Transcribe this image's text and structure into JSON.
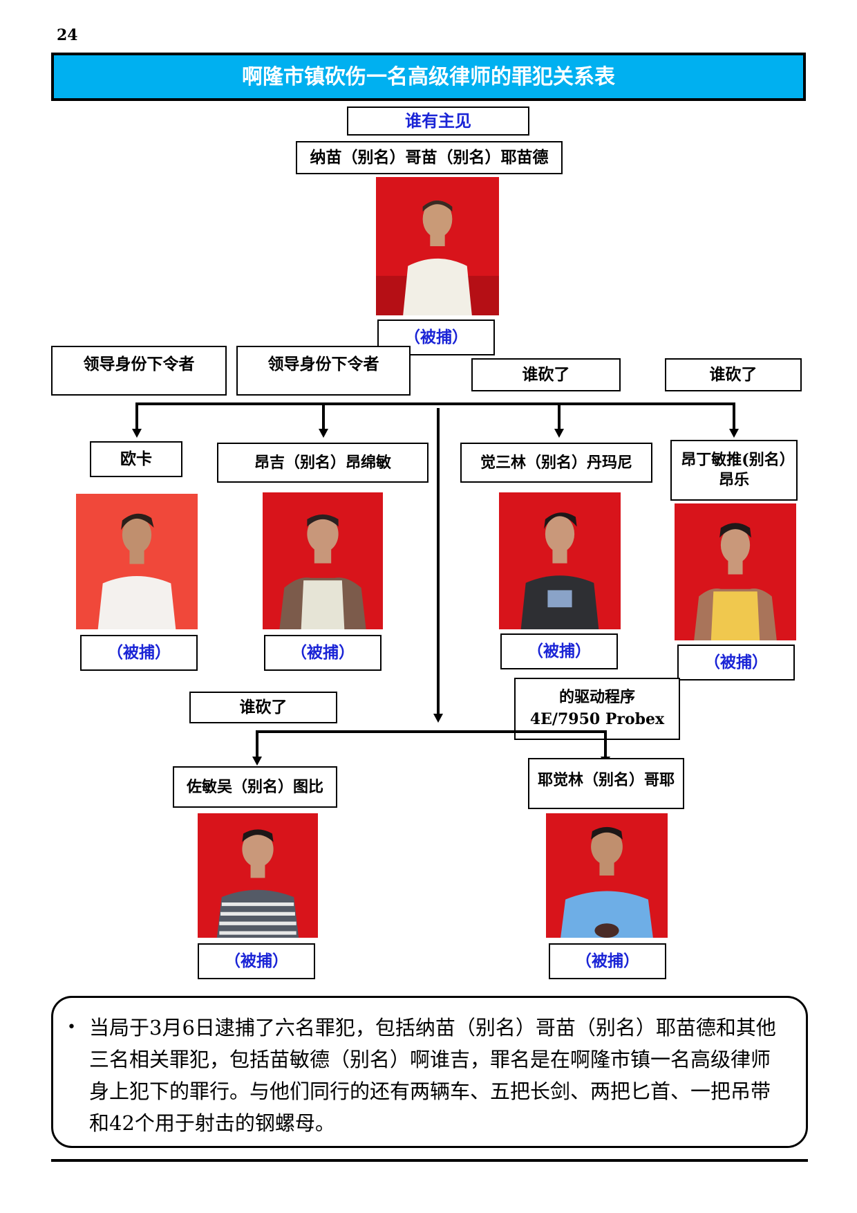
{
  "page_number": "24",
  "title": "啊隆市镇砍伤一名高级律师的罪犯关系表",
  "nodes": {
    "top_header": "谁有主见",
    "leader_name": "纳苗（别名）哥苗（别名）耶苗德",
    "leader_status": "（被捕）",
    "role_1": "领导身份下令者",
    "role_2": "领导身份下令者",
    "role_3": "谁砍了",
    "role_4": "谁砍了",
    "person_1_name": "欧卡",
    "person_2_name": "昂吉（别名）昂绵敏",
    "person_3_name": "觉三林（别名）丹玛尼",
    "person_4_name": "昂丁敏推(别名）昂乐",
    "person_1_status": "（被捕）",
    "person_2_status": "（被捕）",
    "person_3_status": "（被捕）",
    "person_4_status": "（被捕）",
    "role_5": "谁砍了",
    "driver_label": "的驱动程序",
    "vehicle": "4E/7950 Probex",
    "person_5_name": "佐敏吴（别名）图比",
    "person_6_name": "耶觉林（别名）哥耶",
    "person_5_status": "（被捕）",
    "person_6_status": "（被捕）"
  },
  "summary": {
    "bullet": "•",
    "text": "当局于3月6日逮捕了六名罪犯，包括纳苗（别名）哥苗（别名）耶苗德和其他三名相关罪犯，包括苗敏德（别名）啊谁吉，罪名是在啊隆市镇一名高级律师身上犯下的罪行。与他们同行的还有两辆车、五把长剑、两把匕首、一把吊带和42个用于射击的钢螺母。"
  },
  "colors": {
    "title_bar": "#00b0f0",
    "status_text": "#1a24d6",
    "photo_background": "#d8141b"
  }
}
